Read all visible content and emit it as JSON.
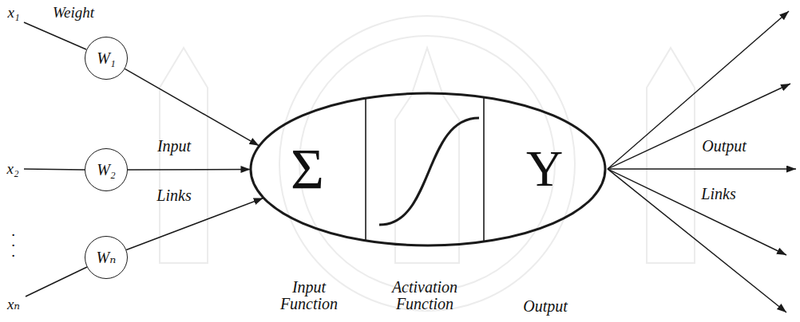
{
  "diagram": {
    "nodes": [
      {
        "text": [
          "W₁"
        ]
      },
      {
        "text": [
          "W₂"
        ]
      },
      {
        "text": [
          "Wₙ"
        ]
      },
      {
        "text": [
          "Σ",
          "Y"
        ]
      }
    ],
    "edges": [
      {
        "from": 0,
        "to": 3,
        "arrow": "to"
      },
      {
        "from": 1,
        "to": 3,
        "arrow": "to"
      },
      {
        "from": 2,
        "to": 3,
        "arrow": "to"
      }
    ],
    "labels": [
      "x₁",
      "x₂",
      ".",
      ".",
      ".",
      "xₙ",
      "Weight",
      "Input",
      "Links",
      "Output",
      "Links",
      "Input Function",
      "Activation Function",
      "Output"
    ]
  }
}
